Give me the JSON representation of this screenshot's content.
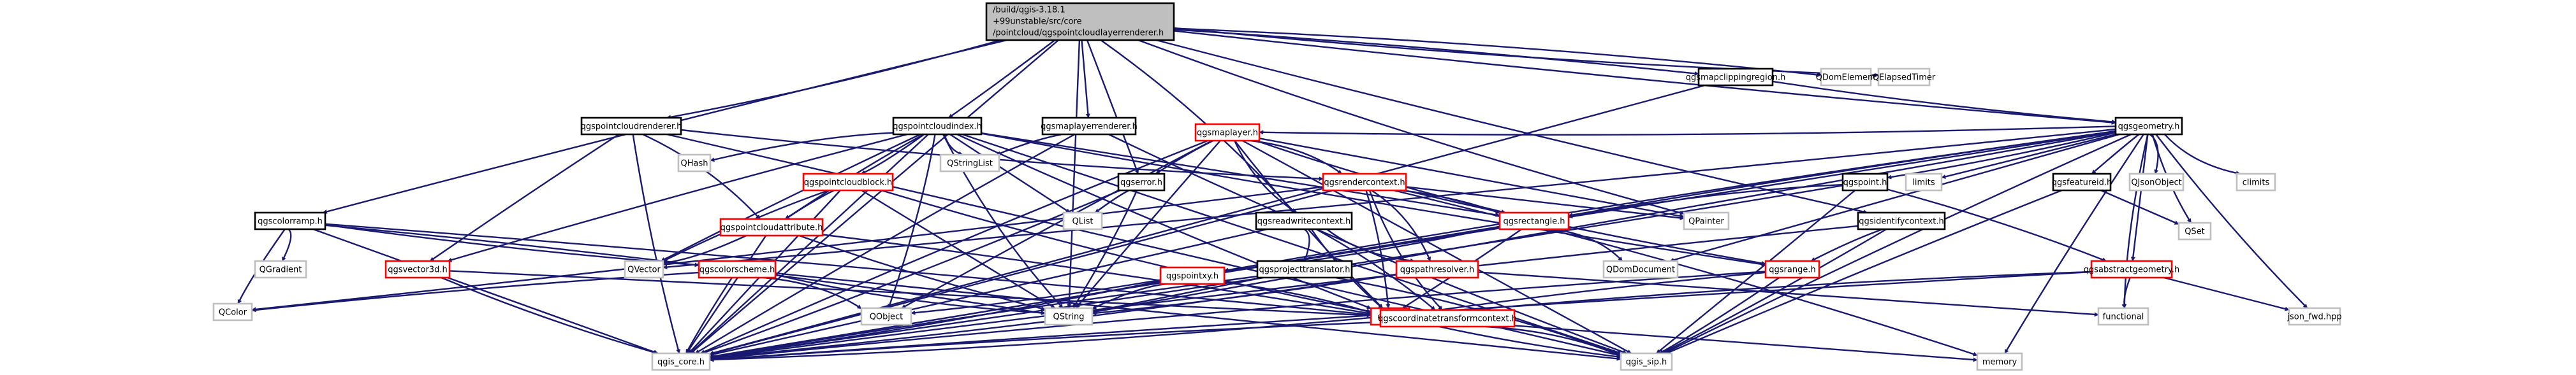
{
  "title": "Include dependency graph for qgspointcloudlayerrenderer.h",
  "colors": {
    "edge": "#191970",
    "root_fill": "#bfbfbf",
    "documented_border": "#000000",
    "truncated_border": "#ff0000",
    "external_border": "#bfbfbf"
  },
  "root": {
    "id": "root",
    "lines": [
      "/build/qgis-3.18.1",
      "+99unstable/src/core",
      "/pointcloud/qgspointcloudlayerrenderer.h"
    ]
  },
  "nodes": [
    {
      "id": "qgspointcloudrenderer",
      "label": "qgspointcloudrenderer.h",
      "kind": "doc"
    },
    {
      "id": "qgspointcloudindex",
      "label": "qgspointcloudindex.h",
      "kind": "doc"
    },
    {
      "id": "qgsmaplayerrenderer",
      "label": "qgsmaplayerrenderer.h",
      "kind": "doc"
    },
    {
      "id": "qgsmapclippingregion",
      "label": "qgsmapclippingregion.h",
      "kind": "doc"
    },
    {
      "id": "QDomElement",
      "label": "QDomElement",
      "kind": "ext"
    },
    {
      "id": "QElapsedTimer",
      "label": "QElapsedTimer",
      "kind": "ext"
    },
    {
      "id": "qgsgeometry",
      "label": "qgsgeometry.h",
      "kind": "doc"
    },
    {
      "id": "qgsmaplayer",
      "label": "qgsmaplayer.h",
      "kind": "trunc"
    },
    {
      "id": "QHash",
      "label": "QHash",
      "kind": "ext"
    },
    {
      "id": "qgspointcloudblock",
      "label": "qgspointcloudblock.h",
      "kind": "trunc"
    },
    {
      "id": "QStringList",
      "label": "QStringList",
      "kind": "ext"
    },
    {
      "id": "qgserror",
      "label": "qgserror.h",
      "kind": "doc"
    },
    {
      "id": "qgsrendercontext",
      "label": "qgsrendercontext.h",
      "kind": "trunc"
    },
    {
      "id": "qgspoint",
      "label": "qgspoint.h",
      "kind": "doc"
    },
    {
      "id": "limits",
      "label": "limits",
      "kind": "ext"
    },
    {
      "id": "qgsfeatureid",
      "label": "qgsfeatureid.h",
      "kind": "doc"
    },
    {
      "id": "QJsonObject",
      "label": "QJsonObject",
      "kind": "ext"
    },
    {
      "id": "climits",
      "label": "climits",
      "kind": "ext"
    },
    {
      "id": "qgscolorramp",
      "label": "qgscolorramp.h",
      "kind": "doc"
    },
    {
      "id": "qgspointcloudattribute",
      "label": "qgspointcloudattribute.h",
      "kind": "trunc"
    },
    {
      "id": "QList",
      "label": "QList",
      "kind": "ext"
    },
    {
      "id": "qgsreadwritecontext",
      "label": "qgsreadwritecontext.h",
      "kind": "doc"
    },
    {
      "id": "qgsrectangle",
      "label": "qgsrectangle.h",
      "kind": "trunc"
    },
    {
      "id": "QPainter",
      "label": "QPainter",
      "kind": "ext"
    },
    {
      "id": "qgsidentifycontext",
      "label": "qgsidentifycontext.h",
      "kind": "doc"
    },
    {
      "id": "QSet",
      "label": "QSet",
      "kind": "ext"
    },
    {
      "id": "QGradient",
      "label": "QGradient",
      "kind": "ext"
    },
    {
      "id": "qgsvector3d",
      "label": "qgsvector3d.h",
      "kind": "trunc"
    },
    {
      "id": "QVector",
      "label": "QVector",
      "kind": "ext"
    },
    {
      "id": "qgscolorscheme",
      "label": "qgscolorscheme.h",
      "kind": "trunc"
    },
    {
      "id": "qgspointxy",
      "label": "qgspointxy.h",
      "kind": "trunc"
    },
    {
      "id": "qgsprojecttranslator",
      "label": "qgsprojecttranslator.h",
      "kind": "doc"
    },
    {
      "id": "qgspathresolver",
      "label": "qgspathresolver.h",
      "kind": "trunc"
    },
    {
      "id": "QDomDocument",
      "label": "QDomDocument",
      "kind": "ext"
    },
    {
      "id": "qgsrange",
      "label": "qgsrange.h",
      "kind": "trunc"
    },
    {
      "id": "qgsabstractgeometry",
      "label": "qgsabstractgeometry.h",
      "kind": "trunc"
    },
    {
      "id": "QColor",
      "label": "QColor",
      "kind": "ext"
    },
    {
      "id": "QObject",
      "label": "QObject",
      "kind": "ext"
    },
    {
      "id": "QString",
      "label": "QString",
      "kind": "ext"
    },
    {
      "id": "qgis",
      "label": "qgis.h",
      "kind": "trunc"
    },
    {
      "id": "qgscoordinatetransformcontext",
      "label": "qgscoordinatetransformcontext.h",
      "kind": "trunc"
    },
    {
      "id": "functional",
      "label": "functional",
      "kind": "ext"
    },
    {
      "id": "json_fwd",
      "label": "json_fwd.hpp",
      "kind": "ext"
    },
    {
      "id": "qgis_core",
      "label": "qgis_core.h",
      "kind": "ext"
    },
    {
      "id": "qgis_sip",
      "label": "qgis_sip.h",
      "kind": "ext"
    },
    {
      "id": "memory",
      "label": "memory",
      "kind": "ext"
    }
  ],
  "edges": [
    [
      "root",
      "qgspointcloudrenderer"
    ],
    [
      "root",
      "qgspointcloudindex"
    ],
    [
      "root",
      "qgsmaplayerrenderer"
    ],
    [
      "root",
      "qgsmapclippingregion"
    ],
    [
      "root",
      "QDomElement"
    ],
    [
      "root",
      "QElapsedTimer"
    ],
    [
      "root",
      "qgsgeometry"
    ],
    [
      "root",
      "qgserror"
    ],
    [
      "root",
      "qgscolorramp"
    ],
    [
      "root",
      "qgsreadwritecontext"
    ],
    [
      "root",
      "QPainter"
    ],
    [
      "root",
      "qgsidentifycontext"
    ],
    [
      "root",
      "QString"
    ],
    [
      "root",
      "qgis_core"
    ],
    [
      "qgspointcloudrenderer",
      "qgspointcloudattribute"
    ],
    [
      "qgspointcloudrenderer",
      "qgsrendercontext"
    ],
    [
      "qgspointcloudrenderer",
      "qgis_core"
    ],
    [
      "qgspointcloudrenderer",
      "qgis_sip"
    ],
    [
      "qgspointcloudrenderer",
      "qgsvector3d"
    ],
    [
      "qgspointcloudindex",
      "QHash"
    ],
    [
      "qgspointcloudindex",
      "qgspointcloudblock"
    ],
    [
      "qgspointcloudindex",
      "QStringList"
    ],
    [
      "qgspointcloudindex",
      "QList"
    ],
    [
      "qgspointcloudindex",
      "QVector"
    ],
    [
      "qgspointcloudindex",
      "QObject"
    ],
    [
      "qgspointcloudindex",
      "QString"
    ],
    [
      "qgspointcloudindex",
      "qgis"
    ],
    [
      "qgspointcloudindex",
      "qgsrectangle"
    ],
    [
      "qgspointcloudindex",
      "qgsvector3d"
    ],
    [
      "qgspointcloudindex",
      "qgspointcloudattribute"
    ],
    [
      "qgspointcloudindex",
      "qgis_core"
    ],
    [
      "qgspointcloudindex",
      "qgsrange"
    ],
    [
      "qgspointcloudindex",
      "qgis_sip"
    ],
    [
      "qgsmaplayerrenderer",
      "QStringList"
    ],
    [
      "qgsmaplayerrenderer",
      "qgis_core"
    ],
    [
      "qgsmaplayerrenderer",
      "qgis_sip"
    ],
    [
      "qgsmapclippingregion",
      "qgsgeometry"
    ],
    [
      "qgsmapclippingregion",
      "qgis_core"
    ],
    [
      "qgsmaplayer",
      "qgserror"
    ],
    [
      "qgsmaplayer",
      "qgsrendercontext"
    ],
    [
      "qgsmaplayer",
      "qgsreadwritecontext"
    ],
    [
      "qgsmaplayer",
      "qgsrectangle"
    ],
    [
      "qgsmaplayer",
      "QPainter"
    ],
    [
      "qgsmaplayer",
      "QObject"
    ],
    [
      "qgsmaplayer",
      "qgis_core"
    ],
    [
      "qgsmaplayer",
      "QString"
    ],
    [
      "qgsmaplayer",
      "qgis"
    ],
    [
      "qgsmaplayer",
      "qgis_sip"
    ],
    [
      "qgspointcloudblock",
      "qgspointcloudattribute"
    ],
    [
      "qgspointcloudblock",
      "QVector"
    ],
    [
      "qgspointcloudblock",
      "qgis"
    ],
    [
      "qgspointcloudblock",
      "qgis_core"
    ],
    [
      "qgspointcloudblock",
      "QString"
    ],
    [
      "qgserror",
      "QList"
    ],
    [
      "qgserror",
      "QString"
    ],
    [
      "qgserror",
      "qgis_core"
    ],
    [
      "qgsrendercontext",
      "QColor"
    ],
    [
      "qgsrendercontext",
      "QPainter"
    ],
    [
      "qgsrendercontext",
      "qgsrectangle"
    ],
    [
      "qgsrendercontext",
      "qgspathresolver"
    ],
    [
      "qgsrendercontext",
      "qgscoordinatetransformcontext"
    ],
    [
      "qgsrendercontext",
      "qgsrange"
    ],
    [
      "qgsrendercontext",
      "qgis_core"
    ],
    [
      "qgsrendercontext",
      "qgis"
    ],
    [
      "qgsrendercontext",
      "memory"
    ],
    [
      "qgsgeometry",
      "qgsmaplayer"
    ],
    [
      "qgsgeometry",
      "qgspoint"
    ],
    [
      "qgsgeometry",
      "limits"
    ],
    [
      "qgsgeometry",
      "qgsfeatureid"
    ],
    [
      "qgsgeometry",
      "QJsonObject"
    ],
    [
      "qgsgeometry",
      "climits"
    ],
    [
      "qgsgeometry",
      "QSet"
    ],
    [
      "qgsgeometry",
      "qgsabstractgeometry"
    ],
    [
      "qgsgeometry",
      "qgsrectangle"
    ],
    [
      "qgsgeometry",
      "qgspointxy"
    ],
    [
      "qgsgeometry",
      "functional"
    ],
    [
      "qgsgeometry",
      "json_fwd"
    ],
    [
      "qgsgeometry",
      "QDomDocument"
    ],
    [
      "qgsgeometry",
      "qgis_core"
    ],
    [
      "qgsgeometry",
      "qgis_sip"
    ],
    [
      "qgsgeometry",
      "memory"
    ],
    [
      "qgsgeometry",
      "QVector"
    ],
    [
      "qgsgeometry",
      "QString"
    ],
    [
      "qgspoint",
      "qgsabstractgeometry"
    ],
    [
      "qgspoint",
      "qgsrectangle"
    ],
    [
      "qgspoint",
      "qgis_core"
    ],
    [
      "qgspoint",
      "qgis_sip"
    ],
    [
      "qgsfeatureid",
      "QSet"
    ],
    [
      "qgsfeatureid",
      "qgis_sip"
    ],
    [
      "qgscolorramp",
      "QGradient"
    ],
    [
      "qgscolorramp",
      "QColor"
    ],
    [
      "qgscolorramp",
      "qgscolorscheme"
    ],
    [
      "qgscolorramp",
      "qgis_core"
    ],
    [
      "qgscolorramp",
      "qgis"
    ],
    [
      "qgscolorramp",
      "QString"
    ],
    [
      "qgspointcloudattribute",
      "QVector"
    ],
    [
      "qgspointcloudattribute",
      "QString"
    ],
    [
      "qgspointcloudattribute",
      "qgis_core"
    ],
    [
      "qgspointcloudattribute",
      "qgis"
    ],
    [
      "qgsreadwritecontext",
      "qgsprojecttranslator"
    ],
    [
      "qgsreadwritecontext",
      "qgspathresolver"
    ],
    [
      "qgsreadwritecontext",
      "qgis"
    ],
    [
      "qgsreadwritecontext",
      "qgis_core"
    ],
    [
      "qgsreadwritecontext",
      "qgscoordinatetransformcontext"
    ],
    [
      "qgsrectangle",
      "QDomDocument"
    ],
    [
      "qgsrectangle",
      "qgspointxy"
    ],
    [
      "qgsrectangle",
      "qgis"
    ],
    [
      "qgsrectangle",
      "qgis_core"
    ],
    [
      "qgsidentifycontext",
      "qgsrange"
    ],
    [
      "qgsidentifycontext",
      "qgis_core"
    ],
    [
      "qgsidentifycontext",
      "qgis_sip"
    ],
    [
      "qgsvector3d",
      "qgis_core"
    ],
    [
      "qgsvector3d",
      "qgis"
    ],
    [
      "qgscolorscheme",
      "QColor"
    ],
    [
      "qgscolorscheme",
      "QObject"
    ],
    [
      "qgscolorscheme",
      "QString"
    ],
    [
      "qgscolorscheme",
      "qgis_core"
    ],
    [
      "qgscolorscheme",
      "qgis_sip"
    ],
    [
      "qgspointxy",
      "qgis"
    ],
    [
      "qgspointxy",
      "QString"
    ],
    [
      "qgspointxy",
      "qgis_core"
    ],
    [
      "qgspointxy",
      "QObject"
    ],
    [
      "qgsprojecttranslator",
      "QString"
    ],
    [
      "qgsprojecttranslator",
      "qgis_core"
    ],
    [
      "qgsprojecttranslator",
      "qgis_sip"
    ],
    [
      "qgspathresolver",
      "qgis_core"
    ],
    [
      "qgspathresolver",
      "QString"
    ],
    [
      "qgspathresolver",
      "functional"
    ],
    [
      "qgsrange",
      "qgis"
    ],
    [
      "qgsrange",
      "qgis_core"
    ],
    [
      "qgsrange",
      "qgis_sip"
    ],
    [
      "qgsabstractgeometry",
      "functional"
    ],
    [
      "qgsabstractgeometry",
      "json_fwd"
    ],
    [
      "qgsabstractgeometry",
      "qgis_core"
    ],
    [
      "qgsabstractgeometry",
      "qgis"
    ],
    [
      "qgis",
      "qgis_core"
    ],
    [
      "qgis",
      "qgis_sip"
    ],
    [
      "qgis",
      "memory"
    ],
    [
      "qgscoordinatetransformcontext",
      "qgis_core"
    ],
    [
      "qgscoordinatetransformcontext",
      "qgis_sip"
    ]
  ]
}
